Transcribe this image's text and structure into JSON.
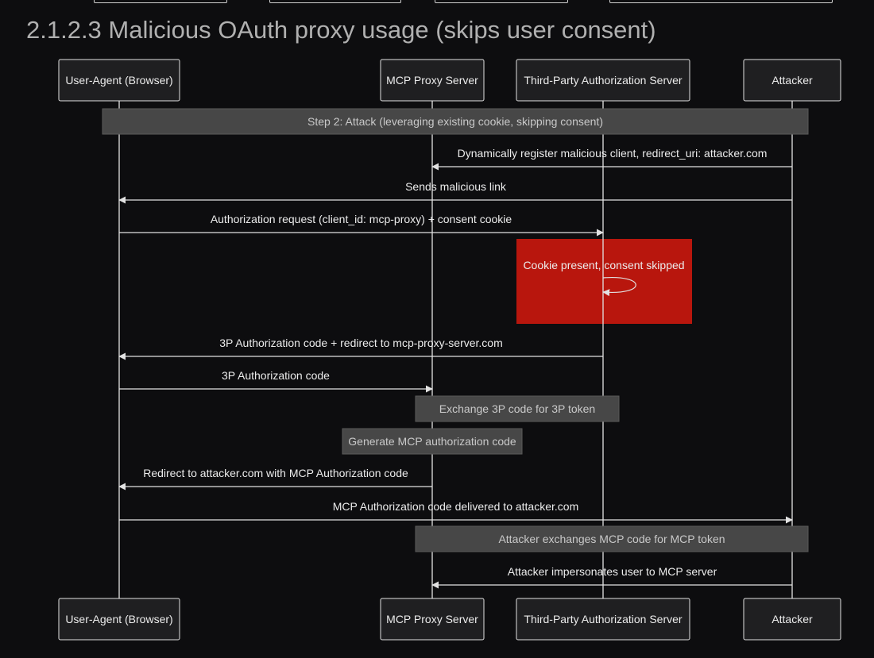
{
  "page": {
    "title": "2.1.2.3 Malicious OAuth proxy usage (skips user consent)"
  },
  "diagram": {
    "actors": [
      {
        "id": "ua",
        "label": "User-Agent (Browser)"
      },
      {
        "id": "mcp",
        "label": "MCP Proxy Server"
      },
      {
        "id": "tpas",
        "label": "Third-Party Authorization Server"
      },
      {
        "id": "att",
        "label": "Attacker"
      }
    ],
    "steps": [
      {
        "kind": "note",
        "span": [
          "ua",
          "att"
        ],
        "text": "Step 2: Attack (leveraging existing cookie, skipping consent)"
      },
      {
        "kind": "message",
        "from": "att",
        "to": "mcp",
        "text": "Dynamically register malicious client, redirect_uri: attacker.com"
      },
      {
        "kind": "message",
        "from": "att",
        "to": "ua",
        "text": "Sends malicious link"
      },
      {
        "kind": "message",
        "from": "ua",
        "to": "tpas",
        "text": "Authorization request (client_id: mcp-proxy) + consent cookie"
      },
      {
        "kind": "self",
        "actor": "tpas",
        "text": "Cookie present, consent skipped",
        "highlight": "#b8160d"
      },
      {
        "kind": "message",
        "from": "tpas",
        "to": "ua",
        "text": "3P Authorization code + redirect to mcp-proxy-server.com"
      },
      {
        "kind": "message",
        "from": "ua",
        "to": "mcp",
        "text": "3P Authorization code"
      },
      {
        "kind": "note",
        "span": [
          "mcp",
          "tpas"
        ],
        "text": "Exchange 3P code for 3P token"
      },
      {
        "kind": "note",
        "over": "mcp",
        "text": "Generate MCP authorization code"
      },
      {
        "kind": "message",
        "from": "mcp",
        "to": "ua",
        "text": "Redirect to attacker.com with MCP Authorization code"
      },
      {
        "kind": "message",
        "from": "ua",
        "to": "att",
        "text": "MCP Authorization code delivered to attacker.com"
      },
      {
        "kind": "note",
        "span": [
          "mcp",
          "att"
        ],
        "text": "Attacker exchanges MCP code for MCP token"
      },
      {
        "kind": "message",
        "from": "att",
        "to": "mcp",
        "text": "Attacker impersonates user to MCP server"
      }
    ]
  }
}
